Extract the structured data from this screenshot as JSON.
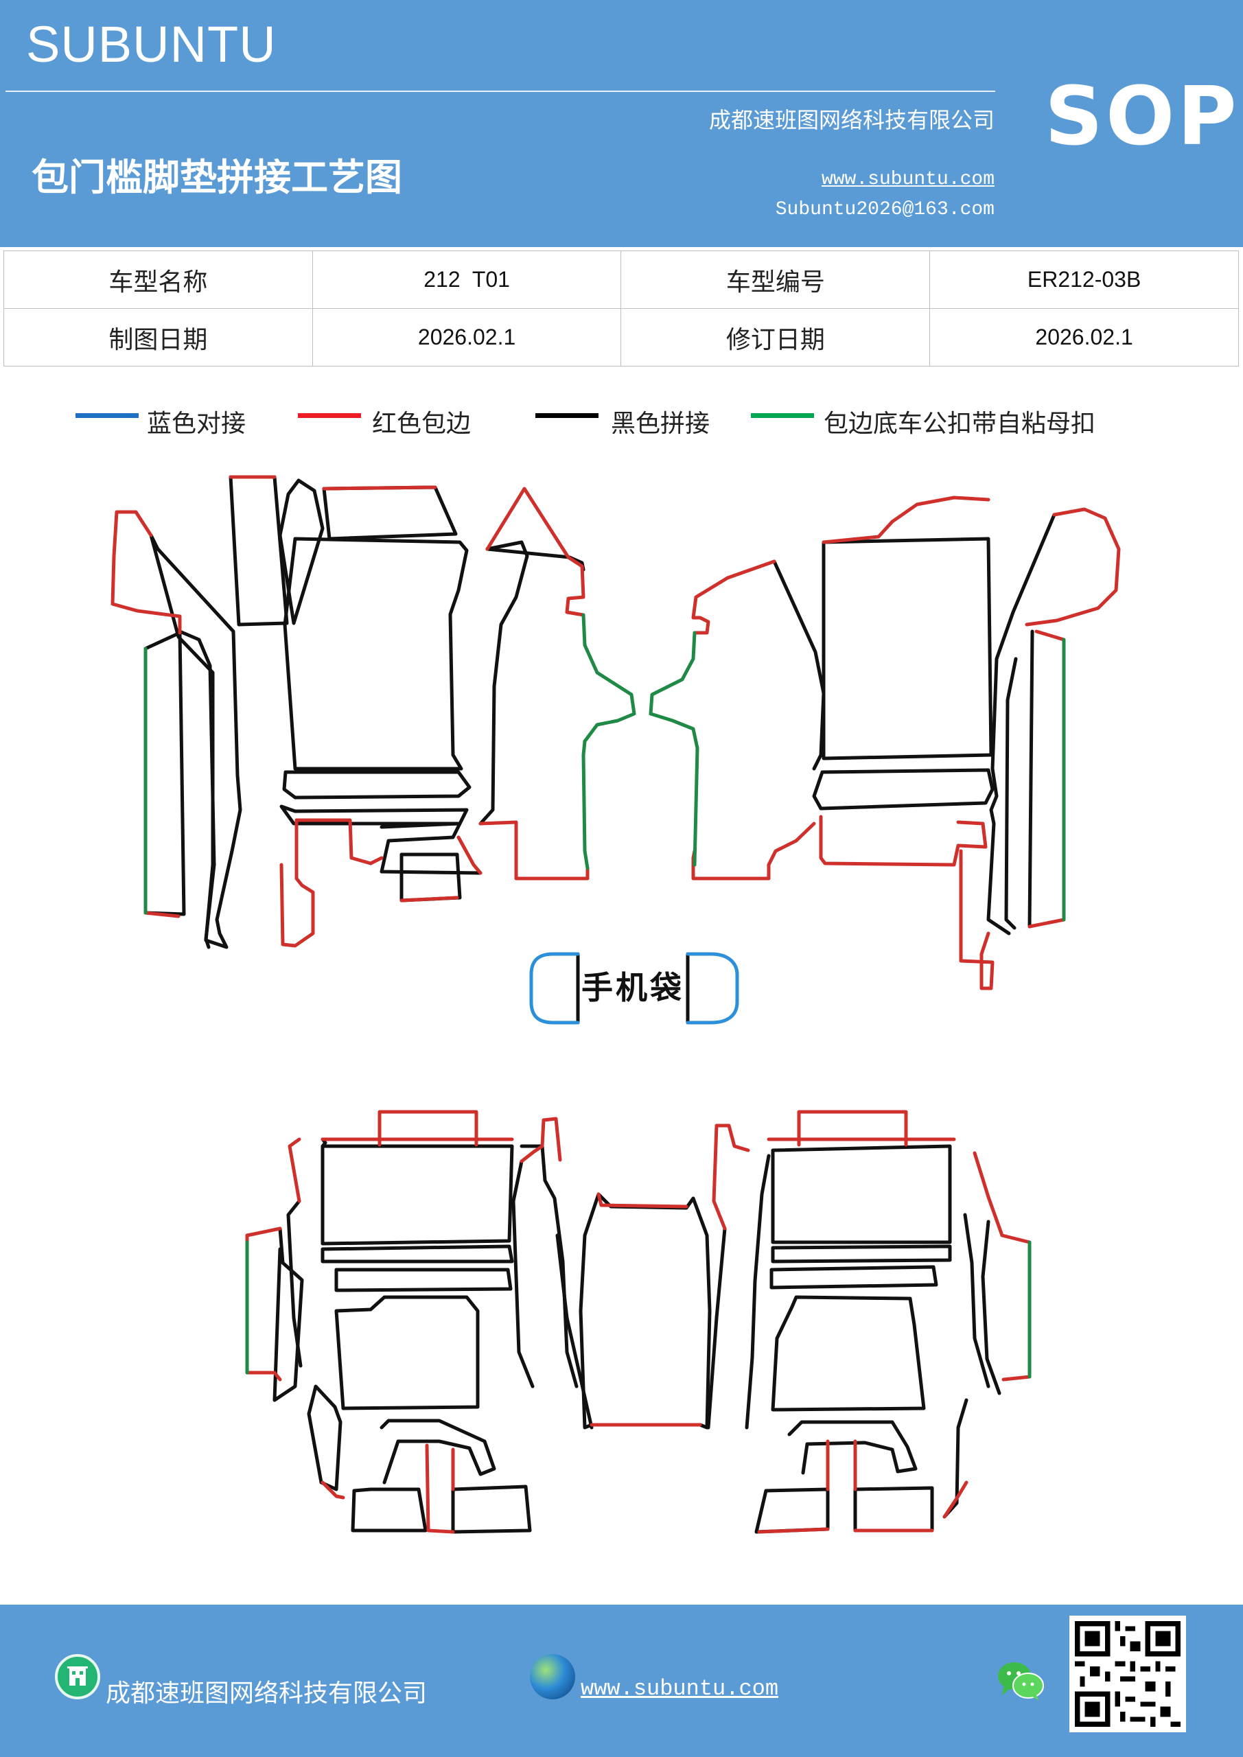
{
  "header": {
    "brand": "SUBUNTU",
    "company": "成都速班图网络科技有限公司",
    "title": "包门槛脚垫拼接工艺图",
    "website": "www.subuntu.com",
    "email": "Subuntu2026@163.com",
    "badge": "SOP",
    "colors": {
      "header_bg": "#5b9bd5",
      "text": "#ffffff"
    }
  },
  "info_table": {
    "rows": [
      [
        {
          "label": "车型名称"
        },
        {
          "value": "212  T01"
        },
        {
          "label": "车型编号"
        },
        {
          "value": "ER212-03B"
        }
      ],
      [
        {
          "label": "制图日期"
        },
        {
          "value": "2026.02.1"
        },
        {
          "label": "修订日期"
        },
        {
          "value": "2026.02.1"
        }
      ]
    ]
  },
  "legend": [
    {
      "label": "蓝色对接",
      "color": "#1f6fc2"
    },
    {
      "label": "红色包边",
      "color": "#ee1c25"
    },
    {
      "label": "黑色拼接",
      "color": "#000000"
    },
    {
      "label": "包边底车公扣带自粘母扣",
      "color": "#00a650"
    }
  ],
  "drawing": {
    "phone_pocket_label": "手机袋",
    "colors": {
      "black": "#111111",
      "red": "#d0302b",
      "green": "#1e8a45",
      "blue": "#2b8fd9"
    }
  },
  "footer": {
    "company": "成都速班图网络科技有限公司",
    "website": "www.subuntu.com",
    "icons": [
      "building-icon",
      "globe-icon",
      "wechat-icon",
      "qr-code"
    ]
  }
}
